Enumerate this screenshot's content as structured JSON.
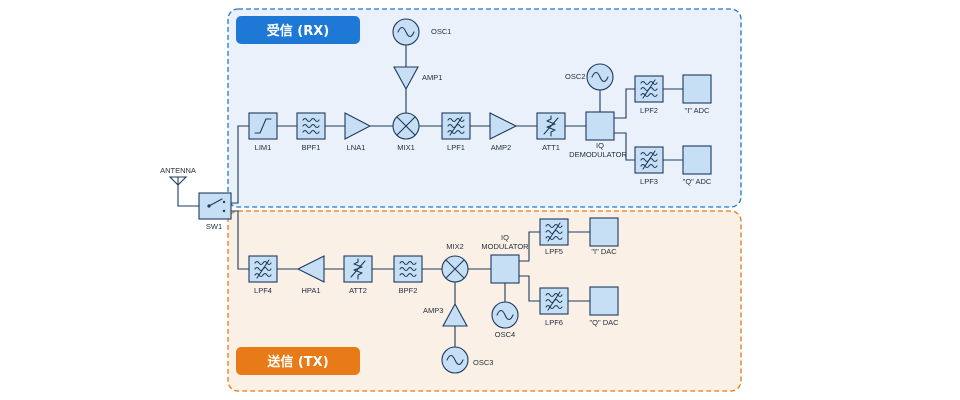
{
  "sections": {
    "rx_title": "受信 (RX)",
    "tx_title": "送信 (TX)"
  },
  "labels": {
    "antenna": "ANTENNA",
    "sw1": "SW1",
    "lim1": "LIM1",
    "bpf1": "BPF1",
    "lna1": "LNA1",
    "mix1": "MIX1",
    "lpf1": "LPF1",
    "amp2": "AMP2",
    "att1": "ATT1",
    "iq_demod_1": "IQ",
    "iq_demod_2": "DEMODULATOR",
    "osc1": "OSC1",
    "amp1": "AMP1",
    "osc2": "OSC2",
    "lpf2": "LPF2",
    "lpf3": "LPF3",
    "i_adc": "\"I\" ADC",
    "q_adc": "\"Q\" ADC",
    "lpf4": "LPF4",
    "hpa1": "HPA1",
    "att2": "ATT2",
    "bpf2": "BPF2",
    "mix2": "MIX2",
    "amp3": "AMP3",
    "osc3": "OSC3",
    "iq_mod_1": "IQ",
    "iq_mod_2": "MODULATOR",
    "osc4": "OSC4",
    "lpf5": "LPF5",
    "lpf6": "LPF6",
    "i_dac": "\"I\" DAC",
    "q_dac": "\"Q\" DAC"
  },
  "colors": {
    "rx_accent": "#1e78d6",
    "rx_fill": "#eaf1fa",
    "tx_accent": "#e87a17",
    "tx_fill": "#fbf0e6",
    "block_fill": "#c7dff4",
    "line": "#1d3a5f"
  }
}
